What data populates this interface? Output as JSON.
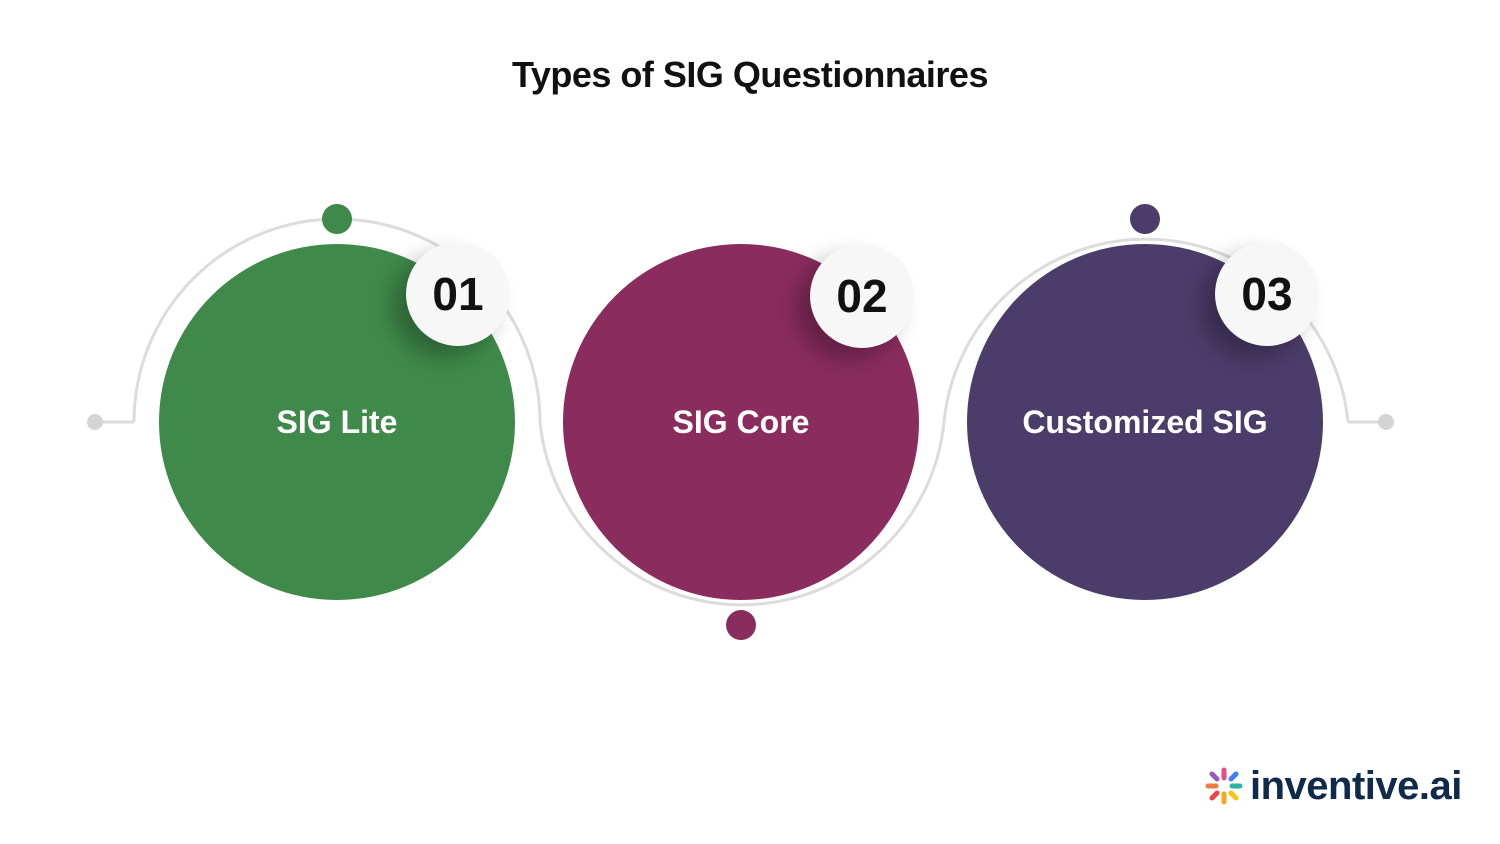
{
  "title": "Types of SIG Questionnaires",
  "steps": [
    {
      "number": "01",
      "label": "SIG Lite",
      "color": "#3f8a4a"
    },
    {
      "number": "02",
      "label": "SIG Core",
      "color": "#8a2c5e"
    },
    {
      "number": "03",
      "label": "Customized SIG",
      "color": "#4b3d6a"
    }
  ],
  "connector_color": "#dcdcdc",
  "logo": {
    "text": "inventive.ai",
    "icon": "inventive-sparkle-logo-icon"
  }
}
